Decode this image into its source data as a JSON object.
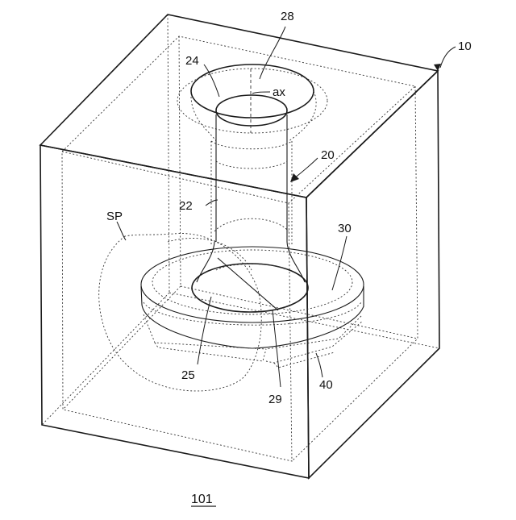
{
  "figure": {
    "id_label": "101",
    "labels": {
      "l10": "10",
      "l20": "20",
      "l22": "22",
      "l24": "24",
      "l25": "25",
      "l28": "28",
      "l29": "29",
      "l30": "30",
      "l40": "40",
      "lax": "ax",
      "lsp": "SP"
    }
  }
}
